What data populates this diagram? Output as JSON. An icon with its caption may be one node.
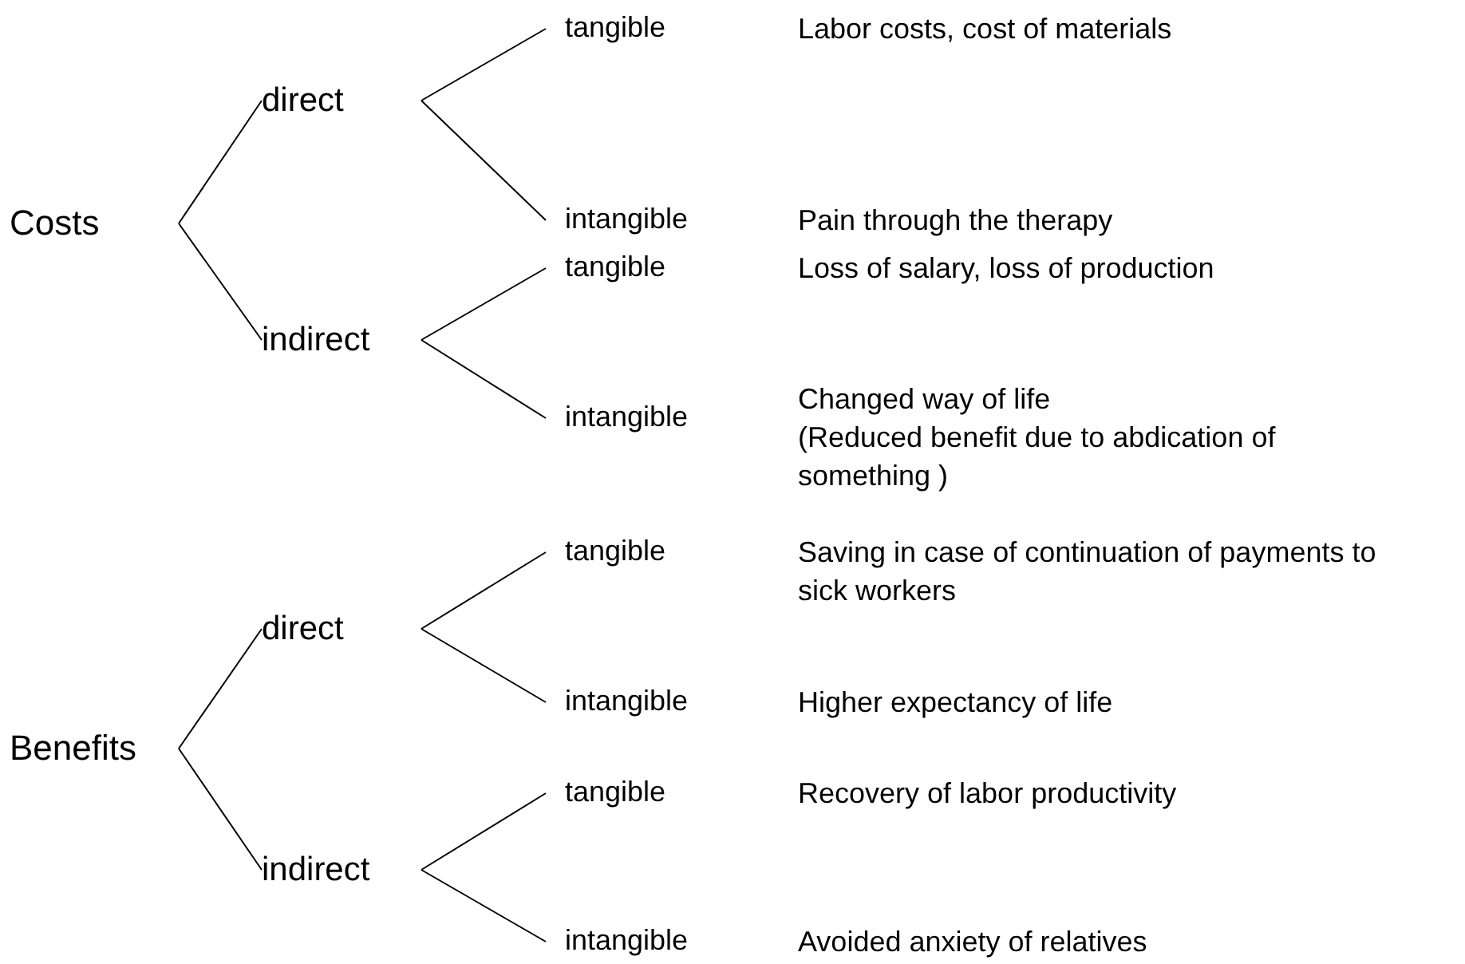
{
  "diagram": {
    "nodes": [
      {
        "text": [
          "Costs"
        ]
      },
      {
        "text": [
          "direct"
        ]
      },
      {
        "text": [
          "indirect"
        ]
      },
      {
        "text": [
          "tangible"
        ]
      },
      {
        "text": [
          "intangible"
        ]
      },
      {
        "text": [
          "tangible"
        ]
      },
      {
        "text": [
          "intangible"
        ]
      },
      {
        "text": [
          "Benefits"
        ]
      },
      {
        "text": [
          "direct"
        ]
      },
      {
        "text": [
          "indirect"
        ]
      },
      {
        "text": [
          "tangible"
        ]
      },
      {
        "text": [
          "intangible"
        ]
      },
      {
        "text": [
          "tangible"
        ]
      },
      {
        "text": [
          "intangible"
        ]
      }
    ],
    "edges": [
      {
        "from": 0,
        "to": 1,
        "arrow": "none"
      },
      {
        "from": 0,
        "to": 2,
        "arrow": "none"
      },
      {
        "from": 1,
        "to": 3,
        "arrow": "none"
      },
      {
        "from": 1,
        "to": 4,
        "arrow": "none"
      },
      {
        "from": 2,
        "to": 5,
        "arrow": "none"
      },
      {
        "from": 2,
        "to": 6,
        "arrow": "none"
      },
      {
        "from": 7,
        "to": 8,
        "arrow": "none"
      },
      {
        "from": 7,
        "to": 9,
        "arrow": "none"
      },
      {
        "from": 8,
        "to": 10,
        "arrow": "none"
      },
      {
        "from": 8,
        "to": 11,
        "arrow": "none"
      },
      {
        "from": 9,
        "to": 12,
        "arrow": "none"
      },
      {
        "from": 9,
        "to": 13,
        "arrow": "none"
      }
    ],
    "labels": [
      "Labor costs, cost of materials",
      "Pain through the therapy",
      "Loss of salary, loss of production",
      "Changed way of life",
      "(Reduced benefit due to abdication of something )",
      "Saving in case of continuation of payments to sick workers",
      "Higher expectancy of life",
      "Recovery of labor productivity",
      "Avoided anxiety of relatives"
    ]
  }
}
